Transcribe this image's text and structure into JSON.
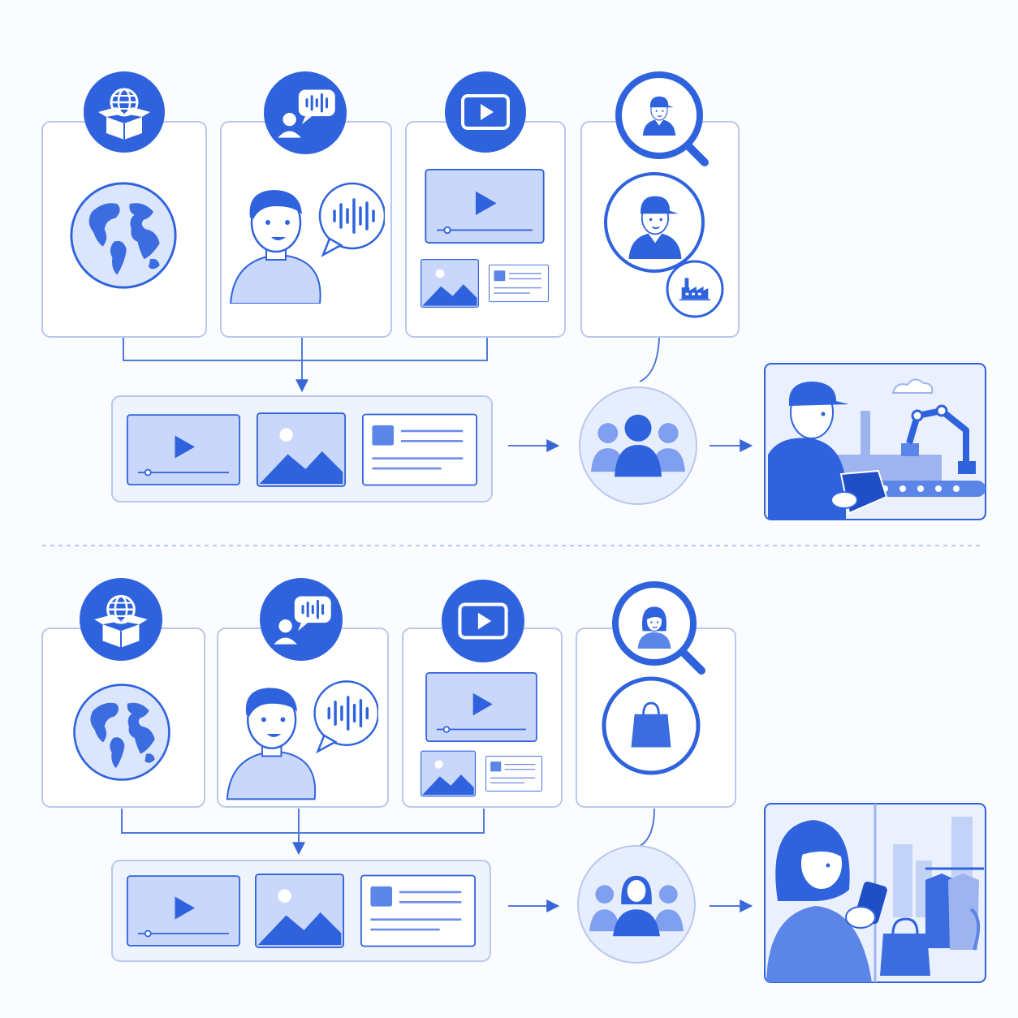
{
  "colors": {
    "accent": "#2f63dd",
    "accent_mid": "#5b86e8",
    "accent_light": "#c9d7fb",
    "accent_pale": "#e8eefc",
    "border": "#b9c8ef",
    "background": "#fbfcfe"
  },
  "rows": [
    {
      "name": "industrial-flow",
      "inputs": [
        {
          "kind": "world",
          "icon": "globe-box-icon"
        },
        {
          "kind": "voice",
          "icon": "speaker-voice-icon"
        },
        {
          "kind": "media",
          "icon": "video-play-icon"
        },
        {
          "kind": "persona",
          "icon": "worker-search-icon"
        }
      ],
      "combined_media": [
        "video-thumbnail",
        "image-thumbnail",
        "text-card"
      ],
      "audience": "worker-audience-icon",
      "output_scene": "factory-worker-with-tablet"
    },
    {
      "name": "retail-flow",
      "inputs": [
        {
          "kind": "world",
          "icon": "globe-box-icon"
        },
        {
          "kind": "voice",
          "icon": "speaker-voice-icon"
        },
        {
          "kind": "media",
          "icon": "video-play-icon"
        },
        {
          "kind": "persona",
          "icon": "shopper-search-icon"
        }
      ],
      "combined_media": [
        "video-thumbnail",
        "image-thumbnail",
        "text-card"
      ],
      "audience": "shopper-audience-icon",
      "output_scene": "shopper-with-phone-in-store"
    }
  ]
}
